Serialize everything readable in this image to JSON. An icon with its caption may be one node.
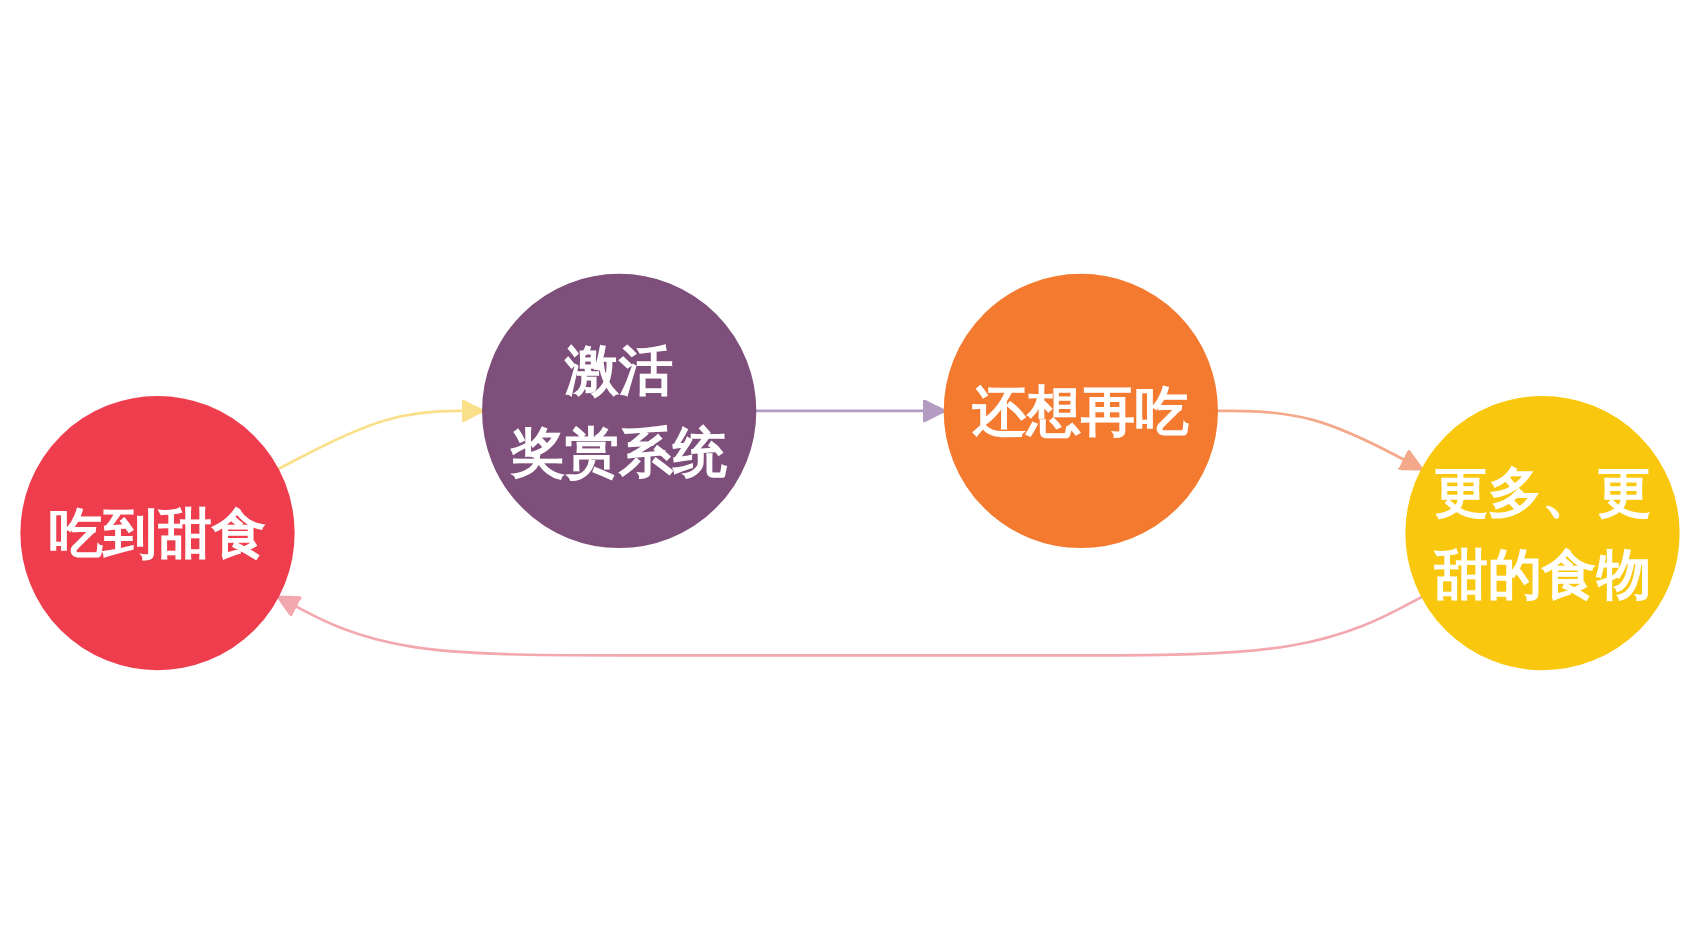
{
  "diagram": {
    "nodes": [
      {
        "text": [
          "吃到甜食"
        ]
      },
      {
        "text": [
          "激活奖赏系统"
        ]
      },
      {
        "text": [
          "还想再吃"
        ]
      },
      {
        "text": [
          "更多、更甜的食物"
        ]
      }
    ],
    "edges": [
      {
        "from": 0,
        "to": 1,
        "arrow": "to",
        "color": "#fbe08a"
      },
      {
        "from": 1,
        "to": 2,
        "arrow": "to",
        "color": "#b39bc2"
      },
      {
        "from": 2,
        "to": 3,
        "arrow": "to",
        "color": "#f4a98a"
      },
      {
        "from": 3,
        "to": 0,
        "arrow": "to",
        "color": "#f3a8b0"
      }
    ]
  }
}
